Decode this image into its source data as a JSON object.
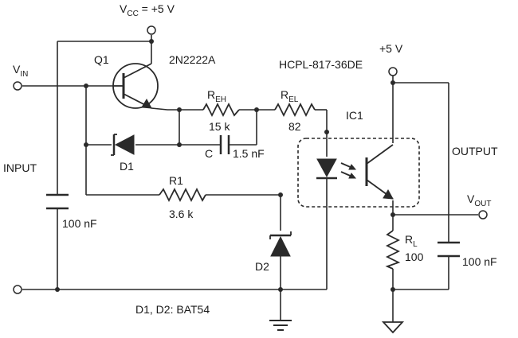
{
  "labels": {
    "vcc_main": "V",
    "vcc_sub": "CC",
    "vcc_tail": " = +5 V",
    "vin_main": "V",
    "vin_sub": "IN",
    "q1": "Q1",
    "q1_part": "2N2222A",
    "opto_part": "HCPL-817-36DE",
    "plus5": "+5 V",
    "reh_main": "R",
    "reh_sub": "EH",
    "reh_value": "15 k",
    "rel_main": "R",
    "rel_sub": "EL",
    "rel_value": "82",
    "ic1": "IC1",
    "cap_c": "C",
    "cap_c_value": "1.5 nF",
    "output": "OUTPUT",
    "input": "INPUT",
    "d1": "D1",
    "r1": "R1",
    "r1_value": "3.6 k",
    "vout_main": "V",
    "vout_sub": "OUT",
    "rl_main": "R",
    "rl_sub": "L",
    "rl_value": "100",
    "cap_in_value": "100 nF",
    "cap_out_value": "100 nF",
    "d2": "D2",
    "diodes_note": "D1, D2: BAT54"
  }
}
